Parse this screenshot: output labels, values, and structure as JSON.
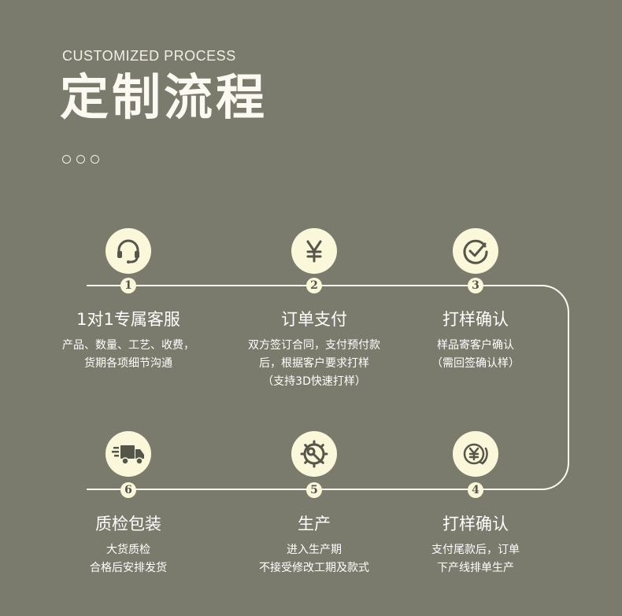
{
  "header": {
    "subtitle": "CUSTOMIZED PROCESS",
    "title": "定制流程"
  },
  "colors": {
    "background": "#7b7b6d",
    "accent": "#fbf7da",
    "icon": "#55554a"
  },
  "steps": [
    {
      "number": "1",
      "icon": "headset-icon",
      "title": "1对1专属客服",
      "desc": [
        "产品、数量、工艺、收费，",
        "货期各项细节沟通"
      ]
    },
    {
      "number": "2",
      "icon": "yen-icon",
      "title": "订单支付",
      "desc": [
        "双方签订合同，支付预付款",
        "后，根据客户要求打样",
        "（支持3D快速打样）"
      ]
    },
    {
      "number": "3",
      "icon": "check-circle-icon",
      "title": "打样确认",
      "desc": [
        "样品寄客户确认",
        "（需回签确认样）"
      ]
    },
    {
      "number": "4",
      "icon": "yen-refresh-icon",
      "title": "打样确认",
      "desc": [
        "支付尾款后，订单",
        "下产线排单生产"
      ]
    },
    {
      "number": "5",
      "icon": "gear-wrench-icon",
      "title": "生产",
      "desc": [
        "进入生产期",
        "不接受修改工期及款式"
      ]
    },
    {
      "number": "6",
      "icon": "delivery-truck-icon",
      "title": "质检包装",
      "desc": [
        "大货质检",
        "合格后安排发货"
      ]
    }
  ]
}
